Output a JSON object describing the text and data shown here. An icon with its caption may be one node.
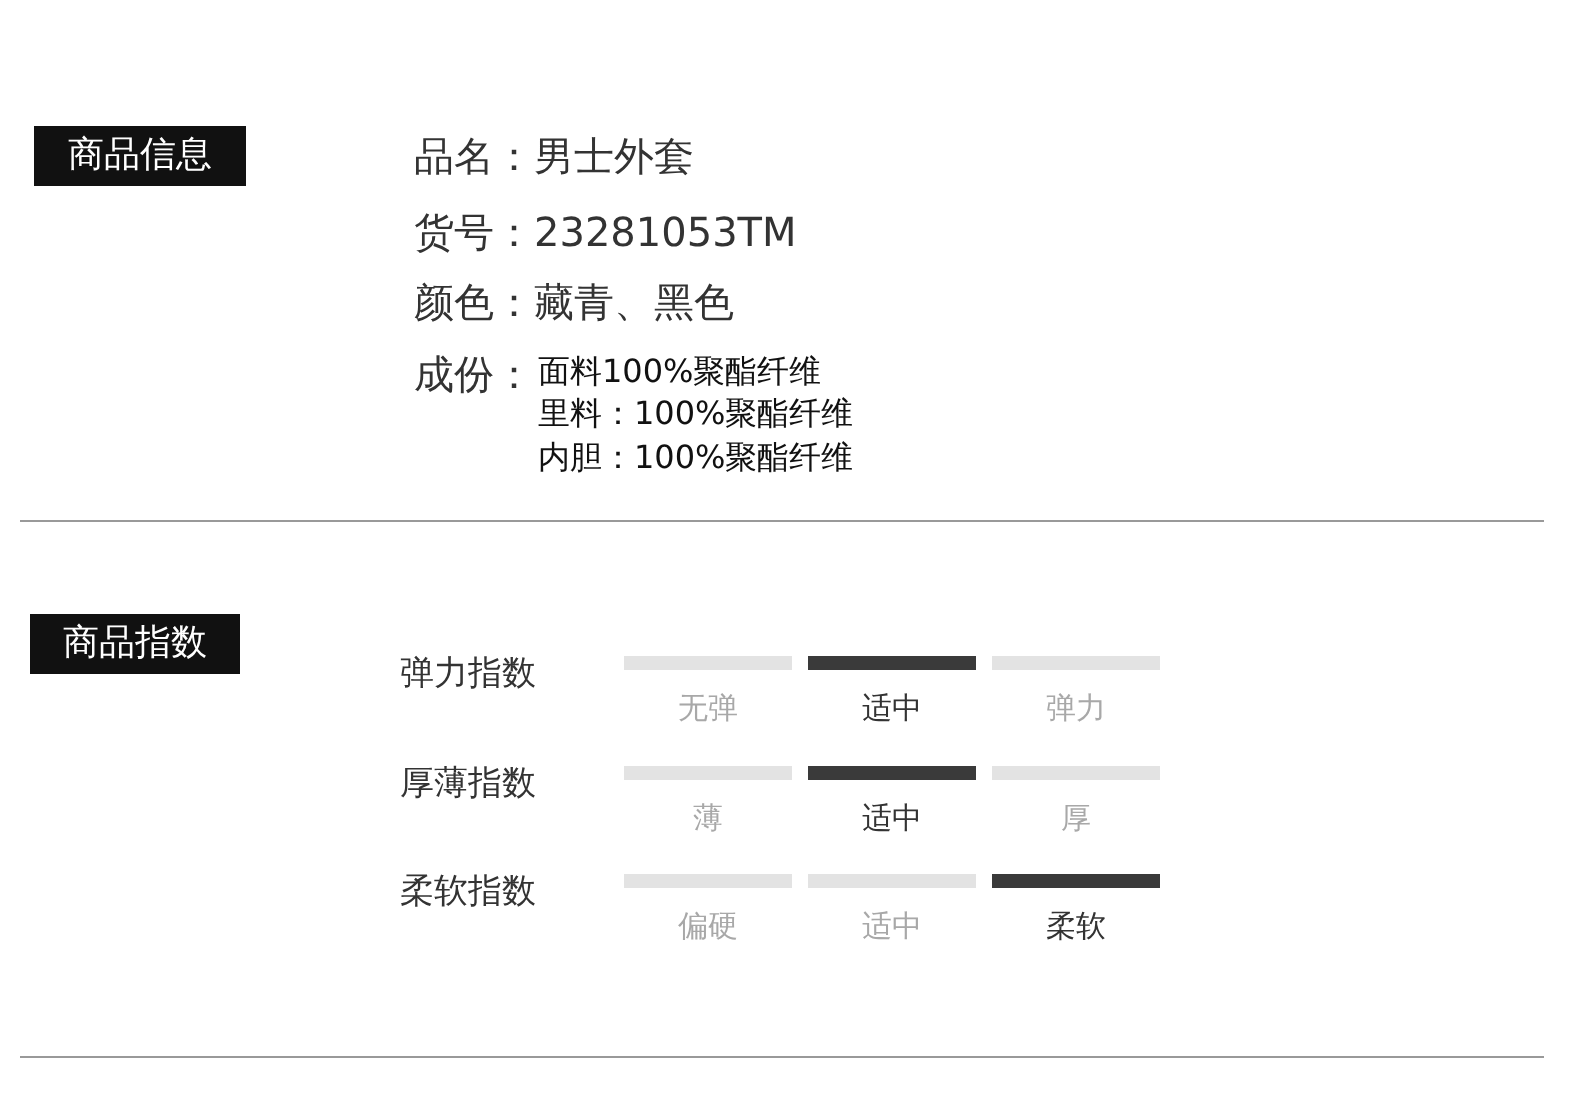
{
  "diagram": {
    "nodes": [
      {
        "text": [
          "商品信息"
        ]
      },
      {
        "text": [
          "商品指数"
        ]
      }
    ],
    "labels": [
      "品名：男士外套",
      "货号：23281053TM",
      "颜色：藏青、黑色",
      "成份：",
      "面料100%聚酯纤维",
      "里料：100%聚酯纤维",
      "内胆：100%聚酯纤维",
      "弹力指数",
      "无弹",
      "适中",
      "弹力",
      "厚薄指数",
      "薄",
      "适中",
      "厚",
      "柔软指数",
      "偏硬",
      "适中",
      "柔软"
    ]
  }
}
